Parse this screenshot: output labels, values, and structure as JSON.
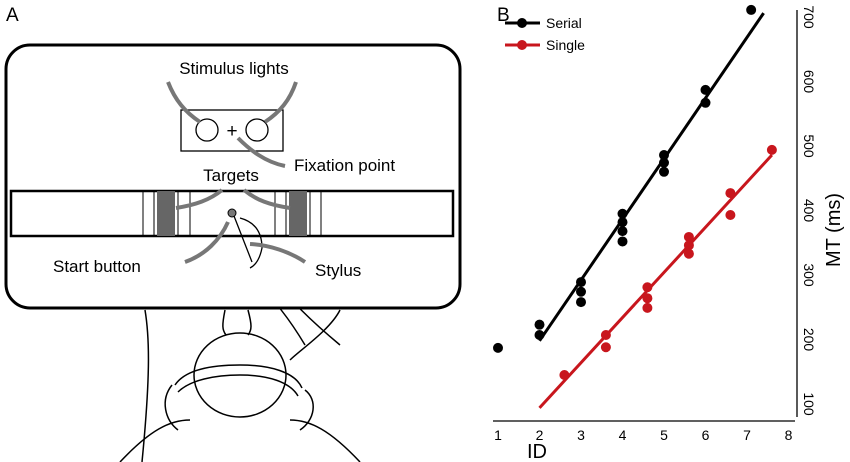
{
  "panel_a": {
    "label": "A",
    "labels": {
      "stimulus_lights": "Stimulus lights",
      "fixation_symbol": "+",
      "fixation_point": "Fixation point",
      "targets": "Targets",
      "start_button": "Start button",
      "stylus": "Stylus"
    }
  },
  "chart_data": {
    "type": "scatter",
    "panel_label": "B",
    "xlabel": "ID",
    "ylabel": "MT (ms)",
    "xlim": [
      1,
      8
    ],
    "ylim": [
      100,
      700
    ],
    "xticks": [
      "1",
      "2",
      "3",
      "4",
      "5",
      "6",
      "7",
      "8"
    ],
    "yticks": [
      "100",
      "200",
      "300",
      "400",
      "500",
      "600",
      "700"
    ],
    "grid": false,
    "legend_position": "top-left",
    "series": [
      {
        "name": "Serial",
        "color": "#000000",
        "points": [
          [
            1.0,
            187
          ],
          [
            2.0,
            223
          ],
          [
            2.0,
            207
          ],
          [
            3.0,
            289
          ],
          [
            3.0,
            274
          ],
          [
            3.0,
            258
          ],
          [
            4.0,
            395
          ],
          [
            4.0,
            382
          ],
          [
            4.0,
            368
          ],
          [
            4.0,
            352
          ],
          [
            5.0,
            486
          ],
          [
            5.0,
            474
          ],
          [
            5.0,
            460
          ],
          [
            6.0,
            587
          ],
          [
            6.0,
            567
          ],
          [
            7.1,
            711
          ]
        ],
        "fit": [
          [
            2.0,
            198
          ],
          [
            7.4,
            706
          ]
        ]
      },
      {
        "name": "Single",
        "color": "#c8161d",
        "points": [
          [
            2.6,
            145
          ],
          [
            3.6,
            207
          ],
          [
            3.6,
            188
          ],
          [
            4.6,
            281
          ],
          [
            4.6,
            264
          ],
          [
            4.6,
            249
          ],
          [
            5.6,
            359
          ],
          [
            5.6,
            346
          ],
          [
            5.6,
            333
          ],
          [
            6.6,
            427
          ],
          [
            6.6,
            393
          ],
          [
            7.6,
            494
          ]
        ],
        "fit": [
          [
            2.0,
            94
          ],
          [
            7.6,
            486
          ]
        ]
      }
    ]
  }
}
